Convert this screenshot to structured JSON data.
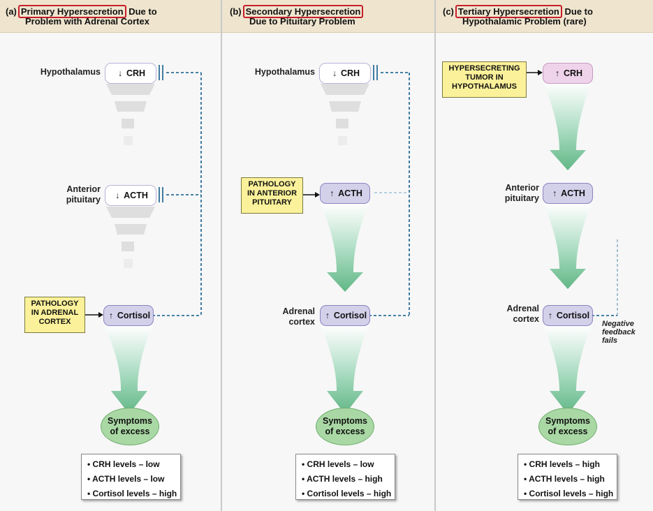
{
  "panels": [
    {
      "letter": "(a)",
      "title_highlight": "Primary Hypersecretion",
      "title_rest_line1": " Due to",
      "title_line2": "Problem with Adrenal Cortex",
      "hypothalamus_label": "Hypothalamus",
      "crh": {
        "arrow": "↓",
        "text": "CRH"
      },
      "pituitary_label_1": "Anterior",
      "pituitary_label_2": "pituitary",
      "acth": {
        "arrow": "↓",
        "text": "ACTH"
      },
      "pathology": [
        "PATHOLOGY",
        "IN ADRENAL",
        "CORTEX"
      ],
      "cortisol": {
        "arrow": "↑",
        "text": "Cortisol"
      },
      "symptoms": [
        "Symptoms",
        "of excess"
      ],
      "summary": [
        "• CRH levels – low",
        "• ACTH levels – low",
        "• Cortisol levels – high"
      ]
    },
    {
      "letter": "(b)",
      "title_highlight": "Secondary Hypersecretion",
      "title_line2": "Due to Pituitary Problem",
      "hypothalamus_label": "Hypothalamus",
      "crh": {
        "arrow": "↓",
        "text": "CRH"
      },
      "pathology": [
        "PATHOLOGY",
        "IN ANTERIOR",
        "PITUITARY"
      ],
      "acth": {
        "arrow": "↑",
        "text": "ACTH"
      },
      "adrenal_label_1": "Adrenal",
      "adrenal_label_2": "cortex",
      "cortisol": {
        "arrow": "↑",
        "text": "Cortisol"
      },
      "symptoms": [
        "Symptoms",
        "of excess"
      ],
      "summary": [
        "• CRH levels – low",
        "• ACTH levels – high",
        "• Cortisol levels – high"
      ]
    },
    {
      "letter": "(c)",
      "title_highlight": "Tertiary Hypersecretion",
      "title_rest_line1": " Due to",
      "title_line2": "Hypothalamic Problem (rare)",
      "tumor": [
        "HYPERSECRETING",
        "TUMOR IN",
        "HYPOTHALAMUS"
      ],
      "crh": {
        "arrow": "↑",
        "text": "CRH"
      },
      "pituitary_label_1": "Anterior",
      "pituitary_label_2": "pituitary",
      "acth": {
        "arrow": "↑",
        "text": "ACTH"
      },
      "adrenal_label_1": "Adrenal",
      "adrenal_label_2": "cortex",
      "cortisol": {
        "arrow": "↑",
        "text": "Cortisol"
      },
      "feedback_note": [
        "Negative",
        "feedback",
        "fails"
      ],
      "symptoms": [
        "Symptoms",
        "of excess"
      ],
      "summary": [
        "• CRH levels – high",
        "• ACTH levels – high",
        "• Cortisol levels – high"
      ]
    }
  ],
  "colors": {
    "header_bg": "#efe5cf",
    "highlight_border": "#c71f2a",
    "hormone_box": "#d3d0ea",
    "tumor_crh_box": "#efd3ea",
    "pathology_box": "#fbf19a",
    "symptoms": "#a9d8a4",
    "arrow_green": "#6fbf8e",
    "feedback_line": "#2b6f98"
  }
}
